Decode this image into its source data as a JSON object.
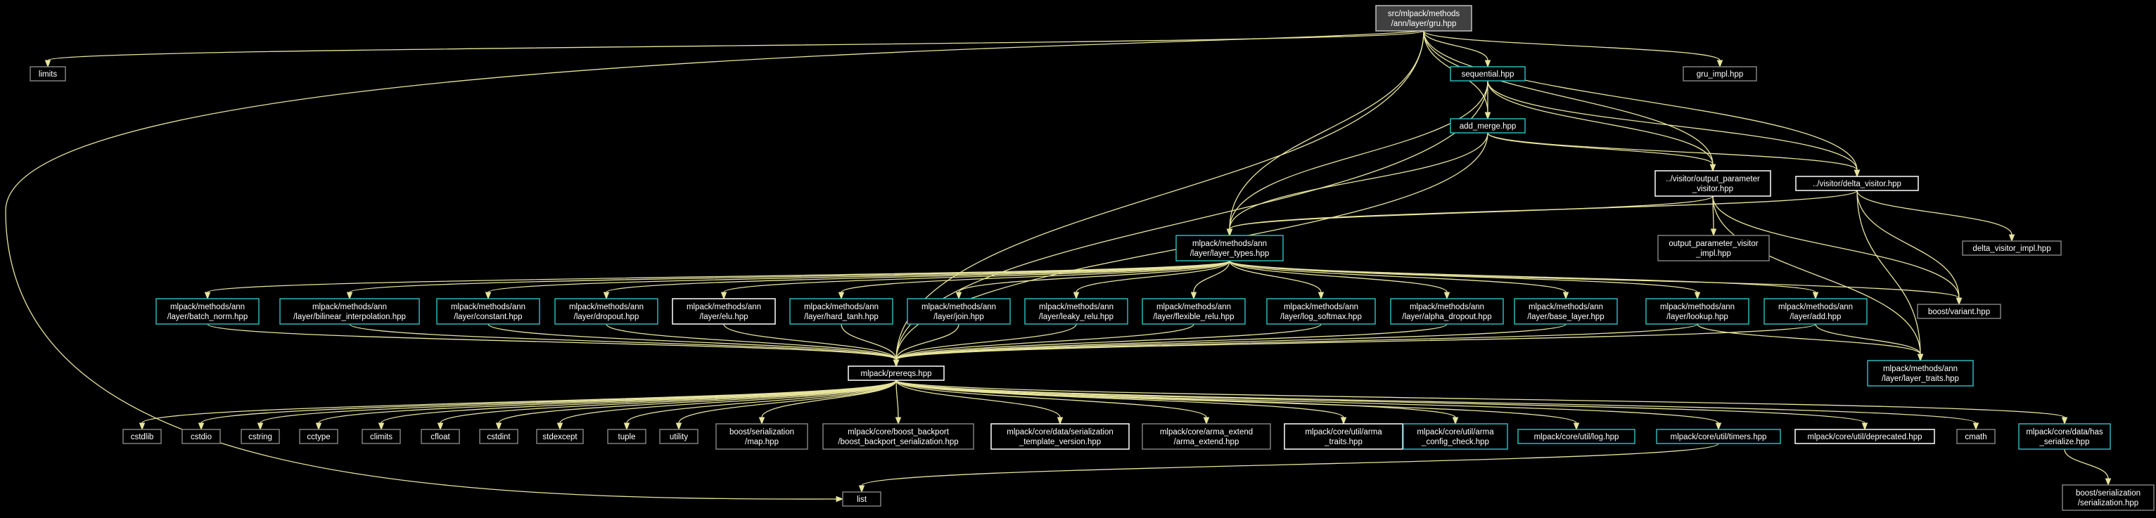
{
  "colors": {
    "background": "#000000",
    "edge": "#e7e49c",
    "root_fill": "#404040",
    "root_border": "#bfbfbf",
    "linked_border": "#2bb7b9",
    "file_border": "#ffffff",
    "external_border": "#7f7f7f",
    "text": "#ffffff"
  },
  "nodes": {
    "gru": {
      "lines": [
        "src/mlpack/methods",
        "/ann/layer/gru.hpp"
      ],
      "kind": "root"
    },
    "limits": {
      "lines": [
        "limits"
      ],
      "kind": "external"
    },
    "sequential": {
      "lines": [
        "sequential.hpp"
      ],
      "kind": "linked"
    },
    "gru_impl": {
      "lines": [
        "gru_impl.hpp"
      ],
      "kind": "external"
    },
    "add_merge": {
      "lines": [
        "add_merge.hpp"
      ],
      "kind": "linked"
    },
    "output_visitor": {
      "lines": [
        "../visitor/output_parameter",
        "_visitor.hpp"
      ],
      "kind": "file"
    },
    "delta_visitor": {
      "lines": [
        "../visitor/delta_visitor.hpp"
      ],
      "kind": "file"
    },
    "layer_types": {
      "lines": [
        "mlpack/methods/ann",
        "/layer/layer_types.hpp"
      ],
      "kind": "linked"
    },
    "output_impl": {
      "lines": [
        "output_parameter_visitor",
        "_impl.hpp"
      ],
      "kind": "external"
    },
    "delta_impl": {
      "lines": [
        "delta_visitor_impl.hpp"
      ],
      "kind": "external"
    },
    "batch_norm": {
      "lines": [
        "mlpack/methods/ann",
        "/layer/batch_norm.hpp"
      ],
      "kind": "linked"
    },
    "bilinear": {
      "lines": [
        "mlpack/methods/ann",
        "/layer/bilinear_interpolation.hpp"
      ],
      "kind": "linked"
    },
    "constant": {
      "lines": [
        "mlpack/methods/ann",
        "/layer/constant.hpp"
      ],
      "kind": "linked"
    },
    "dropout": {
      "lines": [
        "mlpack/methods/ann",
        "/layer/dropout.hpp"
      ],
      "kind": "linked"
    },
    "elu": {
      "lines": [
        "mlpack/methods/ann",
        "/layer/elu.hpp"
      ],
      "kind": "file"
    },
    "hard_tanh": {
      "lines": [
        "mlpack/methods/ann",
        "/layer/hard_tanh.hpp"
      ],
      "kind": "linked"
    },
    "join": {
      "lines": [
        "mlpack/methods/ann",
        "/layer/join.hpp"
      ],
      "kind": "linked"
    },
    "leaky_relu": {
      "lines": [
        "mlpack/methods/ann",
        "/layer/leaky_relu.hpp"
      ],
      "kind": "linked"
    },
    "flexible_relu": {
      "lines": [
        "mlpack/methods/ann",
        "/layer/flexible_relu.hpp"
      ],
      "kind": "linked"
    },
    "log_softmax": {
      "lines": [
        "mlpack/methods/ann",
        "/layer/log_softmax.hpp"
      ],
      "kind": "linked"
    },
    "alpha_dropout": {
      "lines": [
        "mlpack/methods/ann",
        "/layer/alpha_dropout.hpp"
      ],
      "kind": "linked"
    },
    "base_layer": {
      "lines": [
        "mlpack/methods/ann",
        "/layer/base_layer.hpp"
      ],
      "kind": "linked"
    },
    "lookup": {
      "lines": [
        "mlpack/methods/ann",
        "/layer/lookup.hpp"
      ],
      "kind": "linked"
    },
    "add": {
      "lines": [
        "mlpack/methods/ann",
        "/layer/add.hpp"
      ],
      "kind": "linked"
    },
    "boost_variant": {
      "lines": [
        "boost/variant.hpp"
      ],
      "kind": "external"
    },
    "prereqs": {
      "lines": [
        "mlpack/prereqs.hpp"
      ],
      "kind": "file"
    },
    "layer_traits": {
      "lines": [
        "mlpack/methods/ann",
        "/layer/layer_traits.hpp"
      ],
      "kind": "linked"
    },
    "cstdlib": {
      "lines": [
        "cstdlib"
      ],
      "kind": "external"
    },
    "cstdio": {
      "lines": [
        "cstdio"
      ],
      "kind": "external"
    },
    "cstring": {
      "lines": [
        "cstring"
      ],
      "kind": "external"
    },
    "cctype": {
      "lines": [
        "cctype"
      ],
      "kind": "external"
    },
    "climits": {
      "lines": [
        "climits"
      ],
      "kind": "external"
    },
    "cfloat": {
      "lines": [
        "cfloat"
      ],
      "kind": "external"
    },
    "cstdint": {
      "lines": [
        "cstdint"
      ],
      "kind": "external"
    },
    "stdexcept": {
      "lines": [
        "stdexcept"
      ],
      "kind": "external"
    },
    "tuple": {
      "lines": [
        "tuple"
      ],
      "kind": "external"
    },
    "utility": {
      "lines": [
        "utility"
      ],
      "kind": "external"
    },
    "boost_map": {
      "lines": [
        "boost/serialization",
        "/map.hpp"
      ],
      "kind": "external"
    },
    "boost_backport": {
      "lines": [
        "mlpack/core/boost_backport",
        "/boost_backport_serialization.hpp"
      ],
      "kind": "external"
    },
    "template_version": {
      "lines": [
        "mlpack/core/data/serialization",
        "_template_version.hpp"
      ],
      "kind": "file"
    },
    "arma_extend": {
      "lines": [
        "mlpack/core/arma_extend",
        "/arma_extend.hpp"
      ],
      "kind": "external"
    },
    "arma_traits": {
      "lines": [
        "mlpack/core/util/arma",
        "_traits.hpp"
      ],
      "kind": "file"
    },
    "arma_config": {
      "lines": [
        "mlpack/core/util/arma",
        "_config_check.hpp"
      ],
      "kind": "linked"
    },
    "log": {
      "lines": [
        "mlpack/core/util/log.hpp"
      ],
      "kind": "linked"
    },
    "timers": {
      "lines": [
        "mlpack/core/util/timers.hpp"
      ],
      "kind": "linked"
    },
    "deprecated": {
      "lines": [
        "mlpack/core/util/deprecated.hpp"
      ],
      "kind": "file"
    },
    "cmath": {
      "lines": [
        "cmath"
      ],
      "kind": "external"
    },
    "has_serialize": {
      "lines": [
        "mlpack/core/data/has",
        "_serialize.hpp"
      ],
      "kind": "linked"
    },
    "list": {
      "lines": [
        "list"
      ],
      "kind": "external"
    },
    "boost_serialization": {
      "lines": [
        "boost/serialization",
        "/serialization.hpp"
      ],
      "kind": "external"
    }
  }
}
